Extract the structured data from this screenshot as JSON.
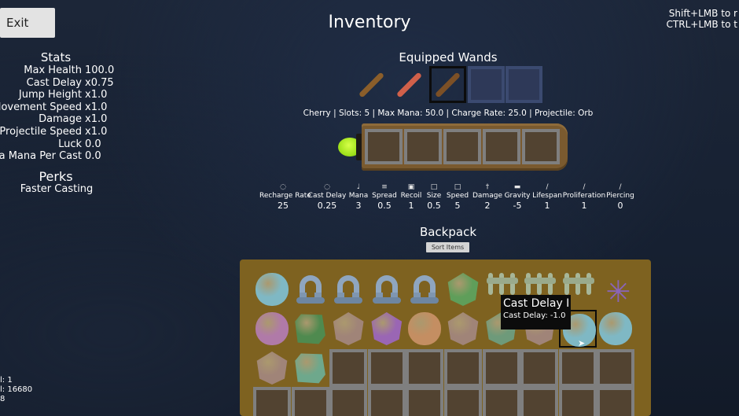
{
  "title": "Inventory",
  "exit_label": "Exit",
  "hints": [
    "Shift+LMB to r",
    "CTRL+LMB to t"
  ],
  "stats": {
    "heading": "Stats",
    "rows": [
      {
        "name": "Max Health",
        "value": "100.0"
      },
      {
        "name": "Cast Delay",
        "value": "x0.75"
      },
      {
        "name": "Jump Height",
        "value": "x1.0"
      },
      {
        "name": "Movement Speed",
        "value": "x1.0"
      },
      {
        "name": "Damage",
        "value": "x1.0"
      },
      {
        "name": "Projectile Speed",
        "value": "x1.0"
      },
      {
        "name": "Luck",
        "value": "0.0"
      },
      {
        "name": "ra Mana Per Cast",
        "value": "0.0"
      }
    ]
  },
  "perks": {
    "heading": "Perks",
    "items": [
      "Faster Casting"
    ]
  },
  "equipped": {
    "heading": "Equipped Wands",
    "slots": [
      {
        "state": "filled",
        "color": "#8b5e2a"
      },
      {
        "state": "filled",
        "color": "#d0604a"
      },
      {
        "state": "selected",
        "color": "#7c5026"
      },
      {
        "state": "empty"
      },
      {
        "state": "empty"
      }
    ],
    "info": "Cherry  |  Slots: 5  |  Max Mana: 50.0  |  Charge Rate: 25.0  |  Projectile: Orb"
  },
  "wand": {
    "slot_count": 5,
    "orb_color": "#b6f22a",
    "wood_color": "#7a5a2f"
  },
  "wand_stats": [
    {
      "label": "Recharge Rate",
      "value": "25",
      "icon": "clock-icon"
    },
    {
      "label": "Cast Delay",
      "value": "0.25",
      "icon": "clock-icon"
    },
    {
      "label": "Mana",
      "value": "3",
      "icon": "mana-icon"
    },
    {
      "label": "Spread",
      "value": "0.5",
      "icon": "spread-icon"
    },
    {
      "label": "Recoil",
      "value": "1",
      "icon": "recoil-icon"
    },
    {
      "label": "Size",
      "value": "0.5",
      "icon": "size-icon"
    },
    {
      "label": "Speed",
      "value": "5",
      "icon": "speed-icon"
    },
    {
      "label": "Damage",
      "value": "2",
      "icon": "damage-icon"
    },
    {
      "label": "Gravity",
      "value": "-5",
      "icon": "gravity-icon"
    },
    {
      "label": "Lifespan",
      "value": "1",
      "icon": "lifespan-icon"
    },
    {
      "label": "Proliferation",
      "value": "1",
      "icon": "proliferation-icon"
    },
    {
      "label": "Piercing",
      "value": "0",
      "icon": "piercing-icon"
    }
  ],
  "backpack": {
    "heading": "Backpack",
    "sort_label": "Sort Items",
    "rows": [
      [
        {
          "kind": "gem-round",
          "color": "#7fb8c4",
          "name": "teal-orb-item"
        },
        {
          "kind": "bolt",
          "name": "bolt-item"
        },
        {
          "kind": "bolt",
          "name": "bolt-item"
        },
        {
          "kind": "bolt",
          "name": "bolt-item"
        },
        {
          "kind": "bolt",
          "name": "bolt-item"
        },
        {
          "kind": "gem-poly",
          "color": "#5f9e5a",
          "name": "green-gem-item"
        },
        {
          "kind": "claw",
          "name": "claw-item"
        },
        {
          "kind": "claw",
          "name": "claw-item"
        },
        {
          "kind": "claw",
          "name": "claw-item"
        },
        {
          "kind": "star",
          "name": "purple-star-item"
        }
      ],
      [
        {
          "kind": "gem-round",
          "color": "#b07aa8",
          "name": "pink-orb-item"
        },
        {
          "kind": "gem-cube",
          "color": "#4f8a4f",
          "name": "green-cube-item"
        },
        {
          "kind": "gem-poly",
          "color": "#a08478",
          "name": "brown-gem-item"
        },
        {
          "kind": "gem-poly",
          "color": "#9a66b4",
          "name": "purple-gem-item"
        },
        {
          "kind": "gem-round",
          "color": "#c48e62",
          "name": "orange-orb-item"
        },
        {
          "kind": "gem-poly",
          "color": "#a08478",
          "name": "brown-gem-item"
        },
        {
          "kind": "gem-poly",
          "color": "#6e9a7a",
          "name": "green-gem-item"
        },
        {
          "kind": "gem-poly",
          "color": "#a08478",
          "name": "brown-gem-item"
        },
        {
          "kind": "gem-round",
          "color": "#7fb8c4",
          "name": "teal-orb-item",
          "selected": true
        },
        {
          "kind": "gem-round",
          "color": "#7fb8c4",
          "name": "teal-orb-item"
        }
      ],
      [
        {
          "kind": "gem-poly",
          "color": "#a08478",
          "name": "brown-gem-item"
        },
        {
          "kind": "gem-cube",
          "color": "#6ea88c",
          "name": "green-cube-item"
        },
        {
          "kind": "empty"
        },
        {
          "kind": "empty"
        },
        {
          "kind": "empty"
        },
        {
          "kind": "empty"
        },
        {
          "kind": "empty"
        },
        {
          "kind": "empty"
        },
        {
          "kind": "empty"
        },
        {
          "kind": "empty"
        }
      ],
      [
        {
          "kind": "empty"
        },
        {
          "kind": "empty"
        },
        {
          "kind": "empty"
        },
        {
          "kind": "empty"
        },
        {
          "kind": "empty"
        },
        {
          "kind": "empty"
        },
        {
          "kind": "empty"
        },
        {
          "kind": "empty"
        },
        {
          "kind": "empty"
        },
        {
          "kind": "empty"
        }
      ]
    ]
  },
  "tooltip": {
    "title": "Cast Delay I",
    "desc": "Cast Delay: -1.0"
  },
  "debug": [
    "l: 1",
    "l: 16680",
    "8"
  ]
}
